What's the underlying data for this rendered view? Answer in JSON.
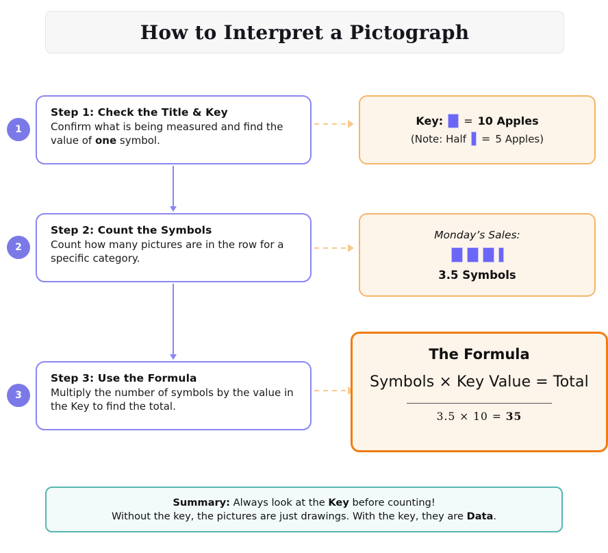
{
  "title": "How to Interpret a Pictograph",
  "steps": [
    {
      "badge": "1",
      "heading": "Step 1:  Check the Title & Key",
      "body_part1": "Confirm what is being measured and find the value of ",
      "body_emph": "one",
      "body_part2": " symbol."
    },
    {
      "badge": "2",
      "heading": "Step 2:  Count the Symbols",
      "body_part1": "Count how many pictures are in the row for a specific category.",
      "body_emph": "",
      "body_part2": ""
    },
    {
      "badge": "3",
      "heading": "Step 3:  Use the Formula",
      "body_part1": "Multiply the number of symbols by the value in the Key to find the total.",
      "body_emph": "",
      "body_part2": ""
    }
  ],
  "key_panel": {
    "label": "Key:",
    "equals": "=",
    "value": "10 Apples",
    "note_open": "(Note:  Half",
    "note_equals": "=",
    "note_value": "5 Apples)"
  },
  "count_panel": {
    "caption": "Monday’s Sales:",
    "full_symbols": 3,
    "half_symbols": 1,
    "total": "3.5 Symbols"
  },
  "formula_panel": {
    "heading": "The Formula",
    "expression": "Symbols × Key Value = Total",
    "calc_prefix": "3.5  ×  10   =  ",
    "calc_result": "35"
  },
  "summary": {
    "line1_label": "Summary:",
    "line1_a": " Always look at the ",
    "line1_b": "Key",
    "line1_c": " before counting!",
    "line2_a": "Without the key, the pictures are just drawings. With the key, they are ",
    "line2_b": "Data",
    "line2_c": "."
  },
  "colors": {
    "step_border": "#8a86f0",
    "badge": "#7b79e8",
    "panel_border": "#f5b567",
    "panel_bg": "#fdf4ea",
    "formula_border": "#f07c10",
    "symbol": "#6b66f5",
    "summary_border": "#54b6b0",
    "summary_bg": "#f2fafa",
    "connector_dashed": "#f8c98c"
  }
}
